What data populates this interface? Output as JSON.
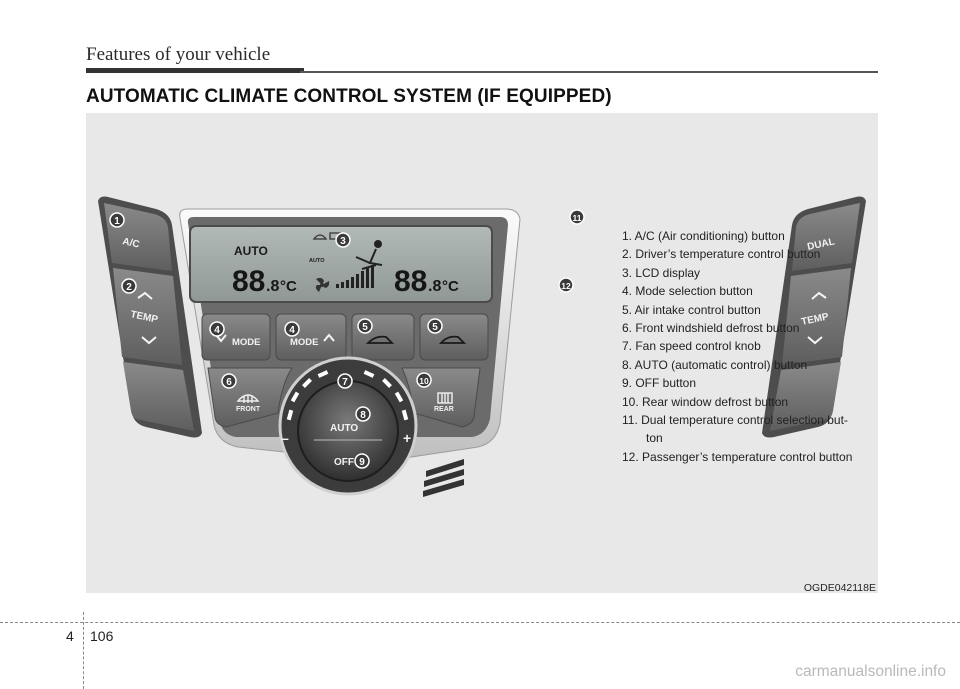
{
  "header": {
    "title": "Features of your vehicle"
  },
  "section": {
    "title": "AUTOMATIC CLIMATE CONTROL SYSTEM (IF EQUIPPED)"
  },
  "figure": {
    "code": "OGDE042118E",
    "lcd": {
      "auto_label": "AUTO",
      "auto_small": "AUTO",
      "driver_temp": "88",
      "driver_temp_decimal": ".8",
      "passenger_temp": "88",
      "passenger_temp_decimal": ".8",
      "unit": "°C"
    },
    "buttons": {
      "ac": "A/C",
      "temp_left": "TEMP",
      "dual": "DUAL",
      "temp_right": "TEMP",
      "mode_left": "MODE",
      "mode_right": "MODE",
      "front": "FRONT",
      "rear": "REAR",
      "auto": "AUTO",
      "off": "OFF",
      "minus": "–",
      "plus": "+"
    },
    "callouts": [
      "1",
      "2",
      "3",
      "4",
      "4",
      "5",
      "5",
      "6",
      "7",
      "8",
      "9",
      "10",
      "11",
      "12"
    ]
  },
  "legend": {
    "items": [
      "1. A/C (Air conditioning) button",
      "2. Driver’s temperature control button",
      "3. LCD display",
      "4. Mode selection button",
      "5. Air intake control button",
      "6. Front windshield defrost button",
      "7. Fan speed control knob",
      "8. AUTO (automatic control) button",
      "9. OFF button",
      "10. Rear window defrost button",
      "11. Dual temperature control selection but-"
    ],
    "item11_cont": "ton",
    "item12": "12. Passenger’s temperature control button"
  },
  "footer": {
    "chapter": "4",
    "page": "106"
  },
  "watermark": "carmanualsonline.info",
  "colors": {
    "panel": "#6e6e6e",
    "lcd": "#9aa3a0",
    "callout": "#3a3a3a",
    "background": "#e8e8e8"
  }
}
